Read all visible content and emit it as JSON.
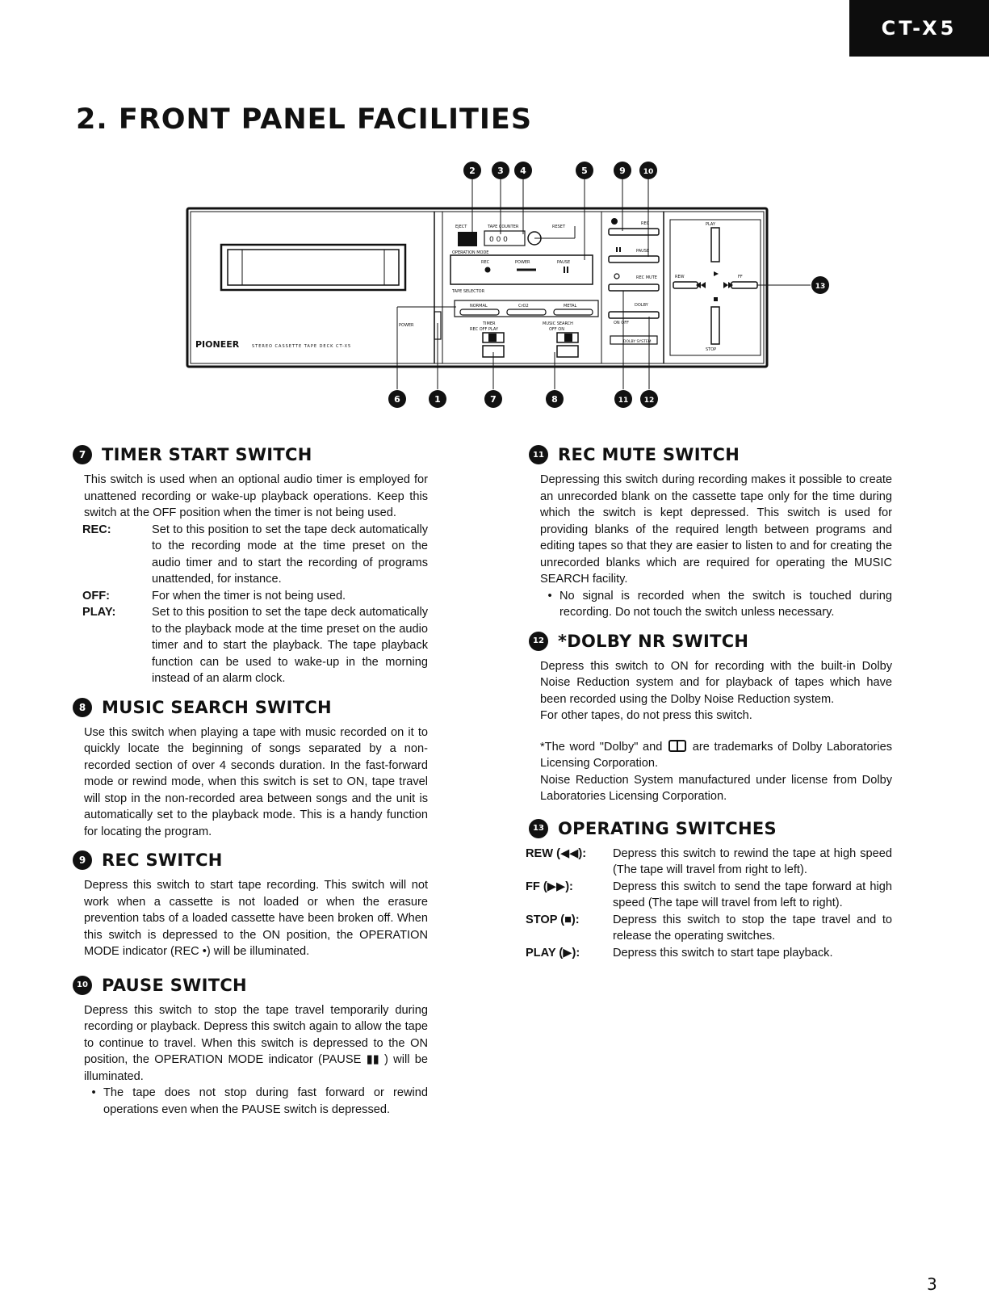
{
  "header": {
    "model": "CT-X5",
    "title": "2. FRONT PANEL FACILITIES"
  },
  "panel": {
    "brand": "PIONEER",
    "subtitle": "STEREO CASSETTE TAPE DECK CT-X5",
    "labels": {
      "eject": "EJECT",
      "tape_counter": "TAPE COUNTER",
      "reset": "RESET",
      "operation_mode": "OPERATION MODE",
      "rec": "REC",
      "power": "POWER",
      "pause": "PAUSE",
      "tape_selector": "TAPE SELECTOR",
      "normal": "NORMAL",
      "cro2": "CrO2",
      "metal": "METAL",
      "power_switch": "POWER",
      "timer": "TIMER",
      "timer_positions": "REC  OFF PLAY",
      "music_search": "MUSIC SEARCH",
      "music_positions": "OFF      ON",
      "rec_btn": "REC",
      "pause_btn": "PAUSE",
      "rec_mute": "REC MUTE",
      "dolby": "DOLBY",
      "dolby_on_off": "ON  OFF",
      "dolby_system": "DOLBY SYSTEM",
      "play": "PLAY",
      "stop": "STOP",
      "rew": "REW",
      "ff": "FF",
      "counter": "0 0 0"
    },
    "callouts_top": [
      "2",
      "3",
      "4",
      "5",
      "9",
      "10"
    ],
    "callouts_bottom": [
      "6",
      "1",
      "7",
      "8",
      "11",
      "12"
    ],
    "callout_side": "13"
  },
  "sections": {
    "timer": {
      "num": "7",
      "title": "TIMER START SWITCH",
      "intro": "This switch is used when an optional audio timer is employed for unattened recording or wake-up playback operations. Keep this switch at the OFF position when the timer is not being used.",
      "defs": [
        {
          "term": "REC:",
          "desc": "Set to this position to set the tape deck automatically to the recording mode at the time preset on the audio timer and to start the recording of programs unattended, for instance."
        },
        {
          "term": "OFF:",
          "desc": "For when the timer is not being used."
        },
        {
          "term": "PLAY:",
          "desc": "Set to this position to set the tape deck automatically to the playback mode at the time preset on the audio timer and to start the playback. The tape playback function can be used to wake-up in the morning instead of an alarm clock."
        }
      ]
    },
    "music": {
      "num": "8",
      "title": "MUSIC SEARCH SWITCH",
      "text": "Use this switch when playing a tape with music recorded on it to quickly locate the beginning of songs separated by a non-recorded section of over 4 seconds duration. In the fast-forward mode or rewind mode, when this switch is set to ON, tape travel will stop in the non-recorded area between songs and the unit is automatically set to the playback mode. This is a handy function for locating the program."
    },
    "rec": {
      "num": "9",
      "title": "REC SWITCH",
      "text": "Depress this switch to start tape recording. This switch will not work when a cassette is not loaded or when the erasure prevention tabs of a loaded cassette have been broken off. When this switch is depressed to the ON position, the OPERATION MODE indicator (REC •) will be illuminated."
    },
    "pause": {
      "num": "10",
      "title": "PAUSE SWITCH",
      "text": "Depress this switch to stop the tape travel temporarily during recording or playback. Depress this switch again to allow the tape to continue to travel. When this switch is depressed to the ON position, the OPERATION MODE indicator (PAUSE ▮▮ ) will be illuminated.",
      "bullet": "The tape does not stop during fast forward or rewind operations even when the PAUSE switch is depressed."
    },
    "rec_mute": {
      "num": "11",
      "title": "REC MUTE SWITCH",
      "text": "Depressing this switch during recording makes it possible to create an unrecorded blank on the cassette tape only for the time during which the switch is kept depressed. This switch is used for providing blanks of the required length between programs and editing tapes so that they are easier to listen to and for creating the unrecorded blanks which are required for operating the MUSIC SEARCH facility.",
      "bullet": "No signal is recorded when the switch is touched during recording. Do not touch the switch unless necessary."
    },
    "dolby": {
      "num": "12",
      "title": "*DOLBY NR SWITCH",
      "text": "Depress this switch to ON for recording with the built-in Dolby Noise Reduction system and for playback of tapes which have been recorded using the Dolby Noise Reduction system.",
      "text2": "For other tapes, do not press this switch."
    },
    "trademark": {
      "pre": "*The word \"Dolby\" and",
      "post": "are trademarks of Dolby Laboratories Licensing Corporation.",
      "line2": "Noise Reduction System manufactured under license from Dolby Laboratories Licensing Corporation."
    },
    "operating": {
      "num": "13",
      "title": "OPERATING SWITCHES",
      "defs": [
        {
          "term": "REW (◀◀):",
          "desc": "Depress this switch to rewind the tape at high speed (The tape will travel from right to left)."
        },
        {
          "term": "FF (▶▶):",
          "desc": "Depress this switch to send the tape forward at high speed (The tape will travel from left to right)."
        },
        {
          "term": "STOP (■):",
          "desc": "Depress this switch to stop the tape travel and to release the operating switches."
        },
        {
          "term": "PLAY (▶):",
          "desc": "Depress this switch to start tape playback."
        }
      ]
    }
  },
  "page_number": "3"
}
